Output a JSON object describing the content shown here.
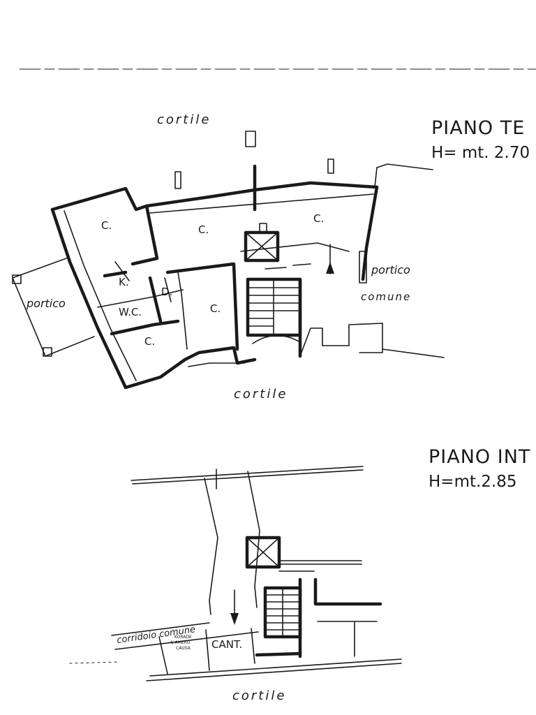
{
  "ground_floor": {
    "title": "PIANO TE",
    "height": "H= mt. 2.70",
    "labels": {
      "cortile_top": "cortile",
      "cortile_bottom": "cortile",
      "portico_left": "portico",
      "portico_right": "portico",
      "comune": "comune",
      "room_c1": "C.",
      "room_c2": "C.",
      "room_c3": "C.",
      "room_c4": "C.",
      "room_c5": "C.",
      "kitchen": "K.",
      "wc": "W.C.",
      "d": "D."
    }
  },
  "intermediate_floor": {
    "title": "PIANO INT",
    "height": "H=mt.2.85",
    "labels": {
      "corridoio": "corridoio comune",
      "cantina": "CANT.",
      "small_note_1": "KORADE",
      "small_note_2": "& AMERO",
      "small_note_3": "CAUSA",
      "cortile": "cortile"
    }
  }
}
